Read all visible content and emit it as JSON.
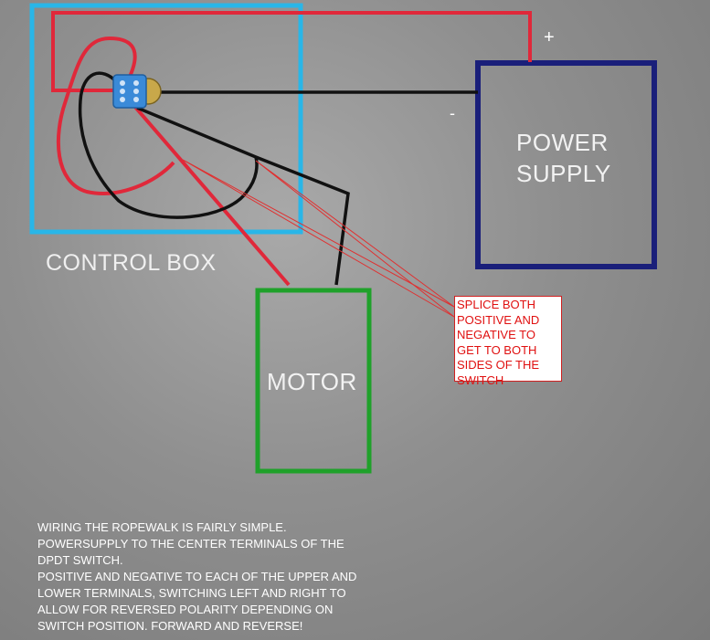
{
  "diagram": {
    "control_box_label": "CONTROL BOX",
    "power_supply_label": "POWER SUPPLY",
    "motor_label": "MOTOR",
    "positive_terminal": "+",
    "negative_terminal": "-",
    "callout_text": "SPLICE BOTH POSITIVE AND NEGATIVE TO GET TO BOTH SIDES OF THE SWITCH",
    "instructions": [
      "WIRING THE ROPEWALK IS FAIRLY SIMPLE.",
      "POWERSUPPLY TO THE CENTER TERMINALS OF THE",
      "DPDT SWITCH.",
      "POSITIVE AND NEGATIVE TO EACH OF THE UPPER AND",
      "LOWER TERMINALS, SWITCHING LEFT AND RIGHT TO",
      "ALLOW FOR REVERSED POLARITY DEPENDING ON",
      "SWITCH POSITION.  FORWARD AND REVERSE!"
    ]
  },
  "colors": {
    "control_box": "#29b6e8",
    "power_supply": "#1a1f7a",
    "motor": "#1fa12a",
    "positive_wire": "#e0283a",
    "negative_wire": "#111111",
    "callout_text": "#e01010"
  }
}
